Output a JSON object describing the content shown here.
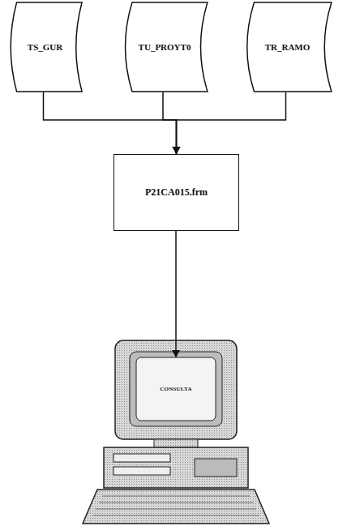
{
  "diagram": {
    "nodes": [
      {
        "text": [
          "TS_GUR"
        ]
      },
      {
        "text": [
          "TU_PROYT0"
        ]
      },
      {
        "text": [
          "TR_RAMO"
        ]
      },
      {
        "text": [
          "P21CA015.frm"
        ]
      },
      {
        "text": [
          "CONSULTA"
        ]
      }
    ],
    "edges": [
      {
        "from": 0,
        "to": 3,
        "arrow": "to"
      },
      {
        "from": 1,
        "to": 3,
        "arrow": "to"
      },
      {
        "from": 2,
        "to": 3,
        "arrow": "to"
      },
      {
        "from": 3,
        "to": 4,
        "arrow": "to"
      }
    ]
  }
}
